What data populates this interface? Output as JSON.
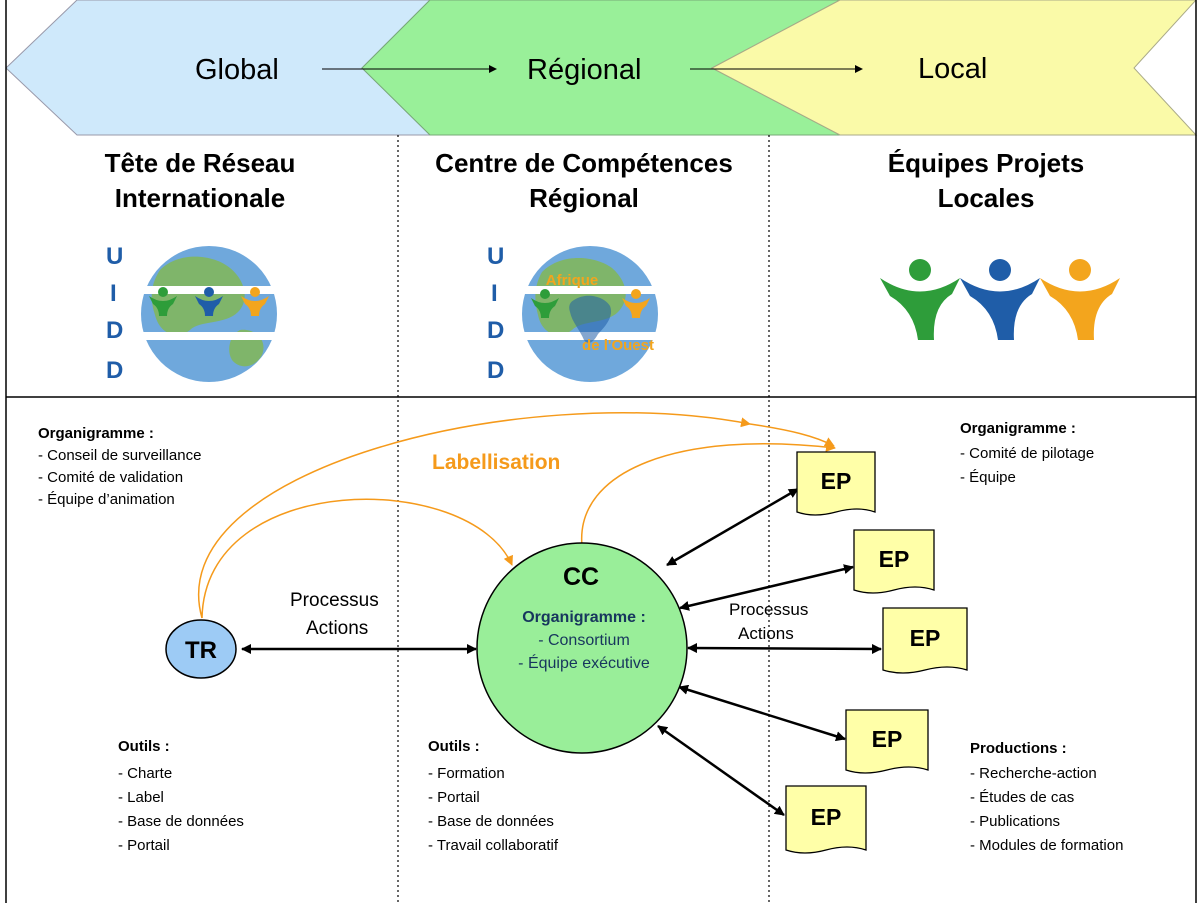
{
  "colors": {
    "global_band": "#cfe9fb",
    "regional_band": "#99f099",
    "local_band": "#fafaa8",
    "cc_node": "#99ee99",
    "tr_node": "#9dcbf5",
    "ep_doc": "#ffffa8",
    "labellisation": "#f59a1b",
    "logo_green": "#2e9d3a",
    "logo_blue": "#1f5da8",
    "logo_orange": "#f3a51d"
  },
  "banner": {
    "global": "Global",
    "regional": "Régional",
    "local": "Local"
  },
  "columns": {
    "tr": {
      "title_line1": "Tête de Réseau",
      "title_line2": "Internationale"
    },
    "cc": {
      "title_line1": "Centre de Compétences",
      "title_line2": "Régional"
    },
    "ep": {
      "title_line1": "Équipes Projets",
      "title_line2": "Locales"
    }
  },
  "logos": {
    "uidd_letters": [
      "U",
      "I",
      "D",
      "D"
    ],
    "regional_top": "Afrique",
    "regional_bottom": "de l'Ouest"
  },
  "tr_section": {
    "org_title": "Organigramme :",
    "org_items": [
      "- Conseil de surveillance",
      "- Comité de validation",
      "- Équipe d’animation"
    ],
    "tools_title": "Outils :",
    "tools_items": [
      "- Charte",
      "- Label",
      "- Base de données",
      "- Portail"
    ]
  },
  "cc_section": {
    "tools_title": "Outils :",
    "tools_items": [
      "- Formation",
      "- Portail",
      "- Base de données",
      "- Travail collaboratif"
    ]
  },
  "ep_section": {
    "org_title": "Organigramme :",
    "org_items": [
      "- Comité de pilotage",
      "- Équipe"
    ],
    "prod_title": "Productions :",
    "prod_items": [
      "- Recherche-action",
      "- Études de cas",
      "- Publications",
      "- Modules de formation"
    ]
  },
  "nodes": {
    "tr": "TR",
    "cc": "CC",
    "cc_org_title": "Organigramme :",
    "cc_org_items": [
      "- Consortium",
      "- Équipe exécutive"
    ],
    "ep": [
      "EP",
      "EP",
      "EP",
      "EP",
      "EP"
    ]
  },
  "edges": {
    "labellisation": "Labellisation",
    "tr_cc_line1": "Processus",
    "tr_cc_line2": "Actions",
    "cc_ep_line1": "Processus",
    "cc_ep_line2": "Actions"
  }
}
